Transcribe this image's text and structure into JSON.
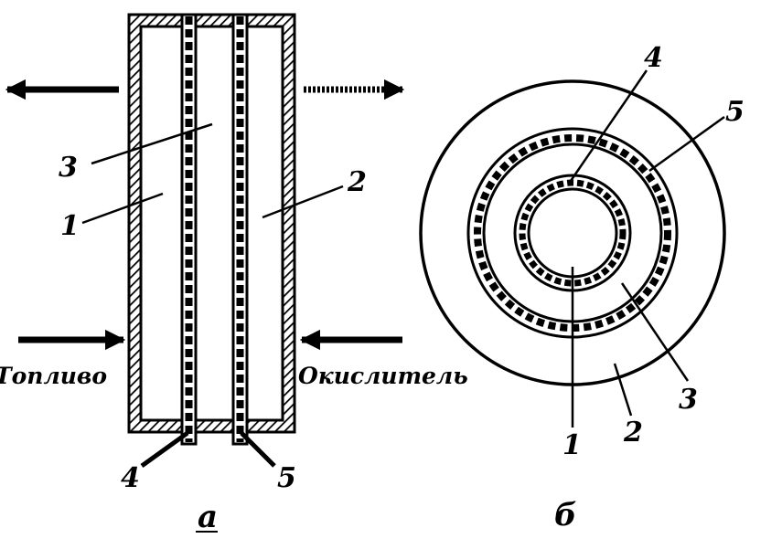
{
  "view_a": {
    "caption": "а",
    "labels": {
      "n1": "1",
      "n2": "2",
      "n3": "3",
      "n4": "4",
      "n5": "5"
    },
    "left_inlet": "Топливо",
    "right_inlet": "Окислитель"
  },
  "view_b": {
    "caption": "б",
    "labels": {
      "n1": "1",
      "n2": "2",
      "n3": "3",
      "n4": "4",
      "n5": "5"
    }
  }
}
